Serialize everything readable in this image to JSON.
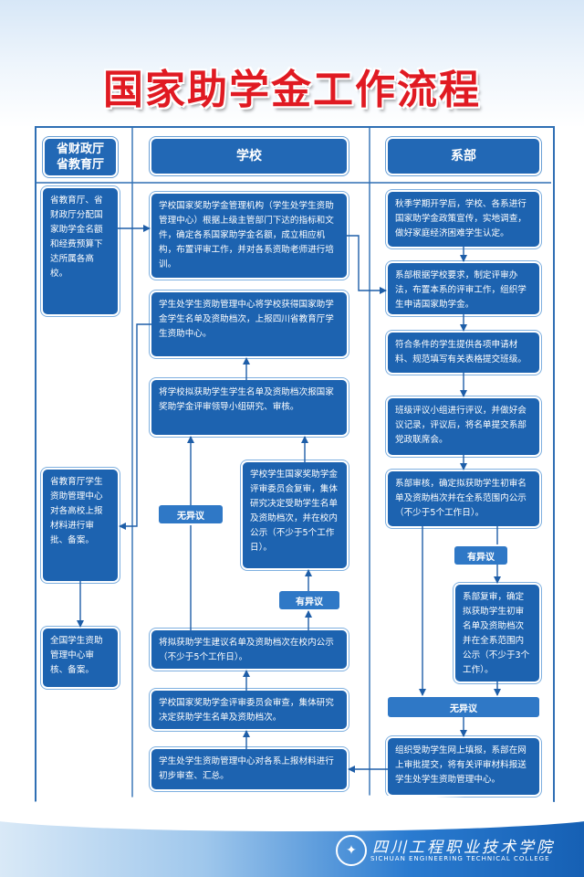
{
  "title": "国家助学金工作流程",
  "columns": {
    "province": "省财政厅\n省教育厅",
    "school": "学校",
    "department": "系部"
  },
  "province_boxes": {
    "p1": "省教育厅、省财政厅分配国家助学金名额和经费预算下达所属各高校。",
    "p2": "省教育厅学生资助管理中心对各高校上报材料进行审批、备案。",
    "p3": "全国学生资助管理中心审核、备案。"
  },
  "school_boxes": {
    "s1": "学校国家奖助学金管理机构（学生处学生资助管理中心）根据上级主管部门下达的指标和文件，确定各系国家助学金名额，成立相应机构，布置评审工作，并对各系资助老师进行培训。",
    "s2": "学生处学生资助管理中心将学校获得国家助学金学生名单及资助档次，上报四川省教育厅学生资助中心。",
    "s3": "将学校拟获助学生学生名单及资助档次报国家奖助学金评审领导小组研究、审核。",
    "s4": "学校学生国家奖助学金评审委员会复审，集体研究决定受助学生名单及资助档次，并在校内公示（不少于5个工作日）。",
    "s5": "将拟获助学生建议名单及资助档次在校内公示（不少于5个工作日）。",
    "s6": "学校国家奖助学金评审委员会审查，集体研究决定获助学生名单及资助档次。",
    "s7": "学生处学生资助管理中心对各系上报材料进行初步审查、汇总。"
  },
  "department_boxes": {
    "d1": "秋季学期开学后，学校、各系进行国家助学金政策宣传，实地调查，做好家庭经济困难学生认定。",
    "d2": "系部根据学校要求，制定评审办法，布置本系的评审工作，组织学生申请国家助学金。",
    "d3": "符合条件的学生提供各项申请材料、规范填写有关表格提交班级。",
    "d4": "班级评议小组进行评议，并做好会议记录，评议后，将名单提交系部党政联席会。",
    "d5": "系部审核，确定拟获助学生初审名单及资助档次并在全系范围内公示（不少于5个工作日）。",
    "d6": "系部复审，确定拟获助学生初审名单及资助档次并在全系范围内公示（不少于3个工作）。",
    "d7": "组织受助学生网上填报，系部在网上审批提交，将有关评审材料报送学生处学生资助管理中心。"
  },
  "labels": {
    "no_objection_school": "无异议",
    "objection_school": "有异议",
    "objection_dept": "有异议",
    "no_objection_dept": "无异议"
  },
  "footer": {
    "college_cn": "四川工程职业技术学院",
    "college_en": "SICHUAN ENGINEERING TECHNICAL COLLEGE"
  },
  "colors": {
    "title": "#e01a22",
    "box": "#1d63b0",
    "frame": "#2f6fb4",
    "arrow": "#1e5ea8"
  }
}
